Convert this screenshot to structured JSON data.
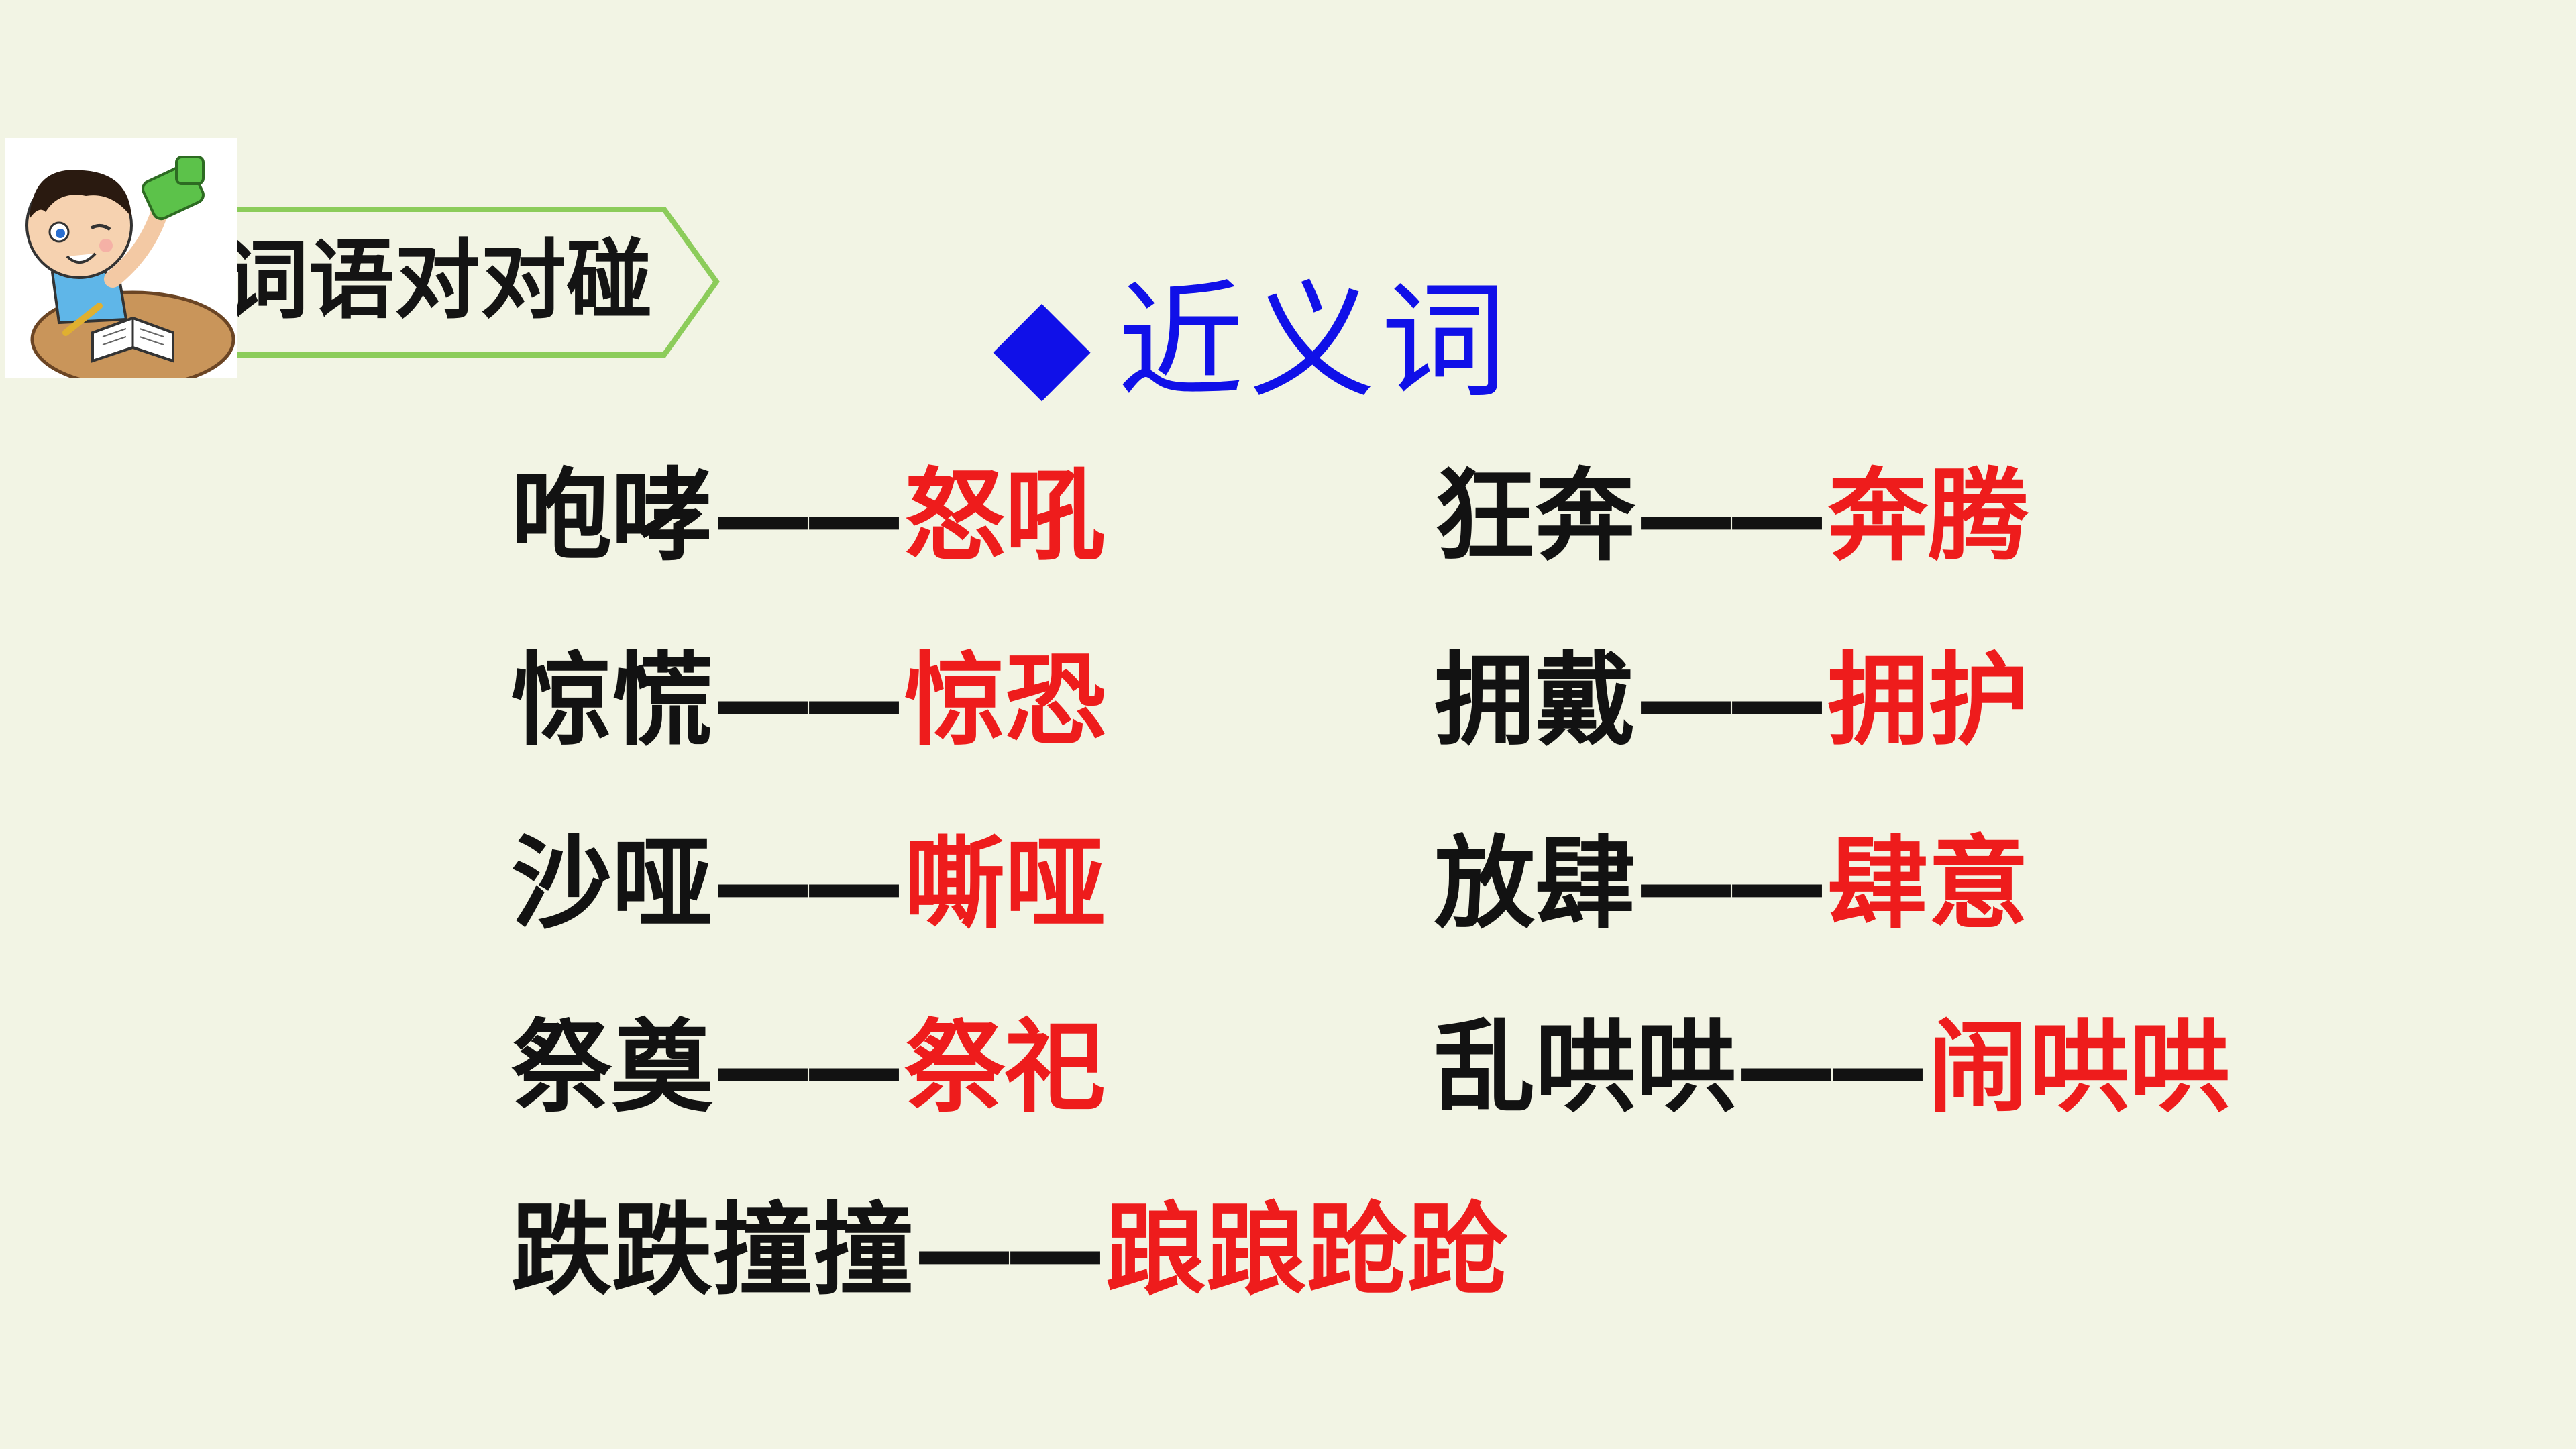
{
  "header": {
    "label": "词语对对碰"
  },
  "section": {
    "marker": "◆",
    "title": "近义词"
  },
  "colors": {
    "background": "#f2f4e4",
    "title_blue": "#1010e8",
    "synonym_red": "#ee1c1c",
    "word_black": "#121212",
    "banner_green": "#8ccc5a"
  },
  "pairs": [
    {
      "word": "咆哮",
      "dash": "——",
      "synonym": "怒吼"
    },
    {
      "word": "狂奔",
      "dash": "——",
      "synonym": "奔腾"
    },
    {
      "word": "惊慌",
      "dash": "——",
      "synonym": "惊恐"
    },
    {
      "word": "拥戴",
      "dash": "——",
      "synonym": "拥护"
    },
    {
      "word": "沙哑",
      "dash": "——",
      "synonym": "嘶哑"
    },
    {
      "word": "放肆",
      "dash": "——",
      "synonym": "肆意"
    },
    {
      "word": "祭奠",
      "dash": "——",
      "synonym": "祭祀"
    },
    {
      "word": "乱哄哄",
      "dash": "——",
      "synonym": "闹哄哄"
    },
    {
      "word": "跌跌撞撞",
      "dash": "——",
      "synonym": "踉踉跄跄"
    }
  ]
}
